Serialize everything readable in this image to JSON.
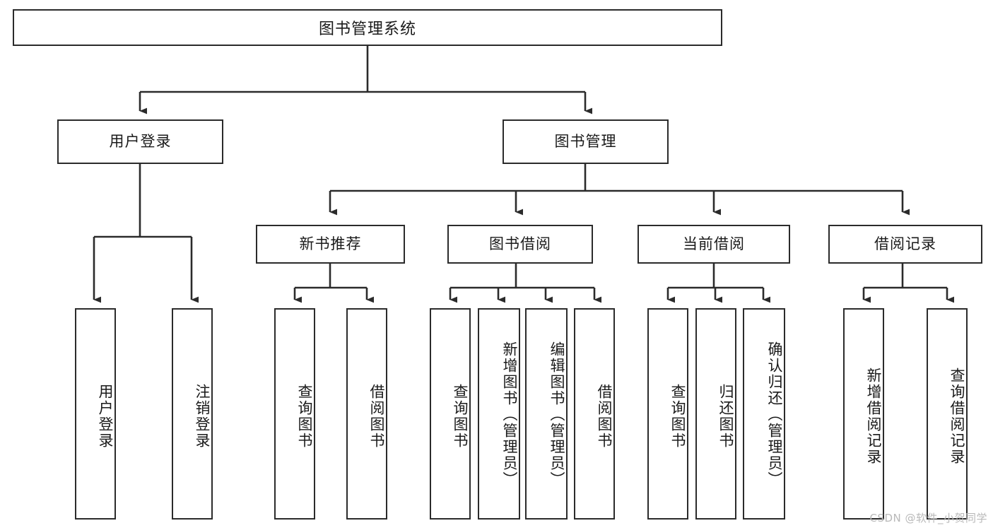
{
  "diagram": {
    "title": "图书管理系统",
    "type": "tree",
    "root": {
      "id": "root",
      "label": "图书管理系统"
    },
    "level2": [
      {
        "id": "user-login",
        "label": "用户登录"
      },
      {
        "id": "book-management",
        "label": "图书管理"
      }
    ],
    "level3": [
      {
        "id": "new-book-recommend",
        "label": "新书推荐",
        "parent": "book-management"
      },
      {
        "id": "book-borrow",
        "label": "图书借阅",
        "parent": "book-management"
      },
      {
        "id": "current-borrow",
        "label": "当前借阅",
        "parent": "book-management"
      },
      {
        "id": "borrow-record",
        "label": "借阅记录",
        "parent": "book-management"
      }
    ],
    "leaves": {
      "user-login": [
        {
          "id": "leaf-user-login",
          "label": "用户登录"
        },
        {
          "id": "leaf-user-logout",
          "label": "注销登录"
        }
      ],
      "new-book-recommend": [
        {
          "id": "leaf-query-book-1",
          "label": "查询图书"
        },
        {
          "id": "leaf-borrow-book-1",
          "label": "借阅图书"
        }
      ],
      "book-borrow": [
        {
          "id": "leaf-query-book-2",
          "label": "查询图书"
        },
        {
          "id": "leaf-add-book",
          "label": "新增图书（管理员）"
        },
        {
          "id": "leaf-edit-book",
          "label": "编辑图书（管理员）"
        },
        {
          "id": "leaf-borrow-book-2",
          "label": "借阅图书"
        }
      ],
      "current-borrow": [
        {
          "id": "leaf-query-book-3",
          "label": "查询图书"
        },
        {
          "id": "leaf-return-book",
          "label": "归还图书"
        },
        {
          "id": "leaf-confirm-return",
          "label": "确认归还（管理员）"
        }
      ],
      "borrow-record": [
        {
          "id": "leaf-add-record",
          "label": "新增借阅记录"
        },
        {
          "id": "leaf-query-record",
          "label": "查询借阅记录"
        }
      ]
    }
  },
  "watermark": {
    "text": "CSDN @软件_小贺同学"
  },
  "colors": {
    "stroke": "#2b2b2b",
    "fill": "#ffffff",
    "text": "#1a1a1a",
    "watermark": "#b9b9b9"
  }
}
